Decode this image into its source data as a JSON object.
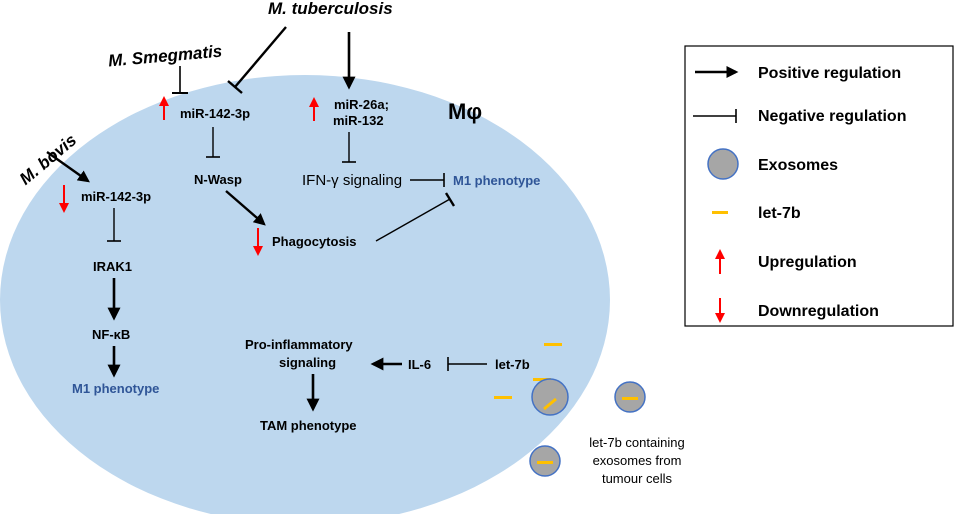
{
  "colors": {
    "cell_fill": "#bdd7ee",
    "arrow": "#000000",
    "up_arrow": "#ff0000",
    "down_arrow": "#ff0000",
    "exosome_fill": "#a6a6a6",
    "exosome_stroke": "#4472c4",
    "let7b": "#ffc000",
    "m1_text": "#2f5597"
  },
  "organisms": {
    "smegmatis": "M. Smegmatis",
    "tuberculosis": "M. tuberculosis",
    "bovis": "M. bovis"
  },
  "cell_label": "Mφ",
  "nodes": {
    "mir142_top": "miR-142-3p",
    "mir26a": "miR-26a;",
    "mir132": "miR-132",
    "nwasp": "N-Wasp",
    "ifn": "IFN-γ  signaling",
    "m1_top": "M1 phenotype",
    "phagocytosis": "Phagocytosis",
    "mir142_left": "miR-142-3p",
    "irak1": "IRAK1",
    "nfkb": "NF-κB",
    "m1_left": "M1 phenotype",
    "proinf_1": "Pro-inflammatory",
    "proinf_2": "signaling",
    "il6": "IL-6",
    "let7b": "let-7b",
    "tam": "TAM phenotype",
    "exo_caption_1": "let-7b containing",
    "exo_caption_2": "exosomes from",
    "exo_caption_3": "tumour cells"
  },
  "legend": {
    "positive": "Positive regulation",
    "negative": "Negative regulation",
    "exosomes": "Exosomes",
    "let7b": "let-7b",
    "up": "Upregulation",
    "down": "Downregulation"
  }
}
